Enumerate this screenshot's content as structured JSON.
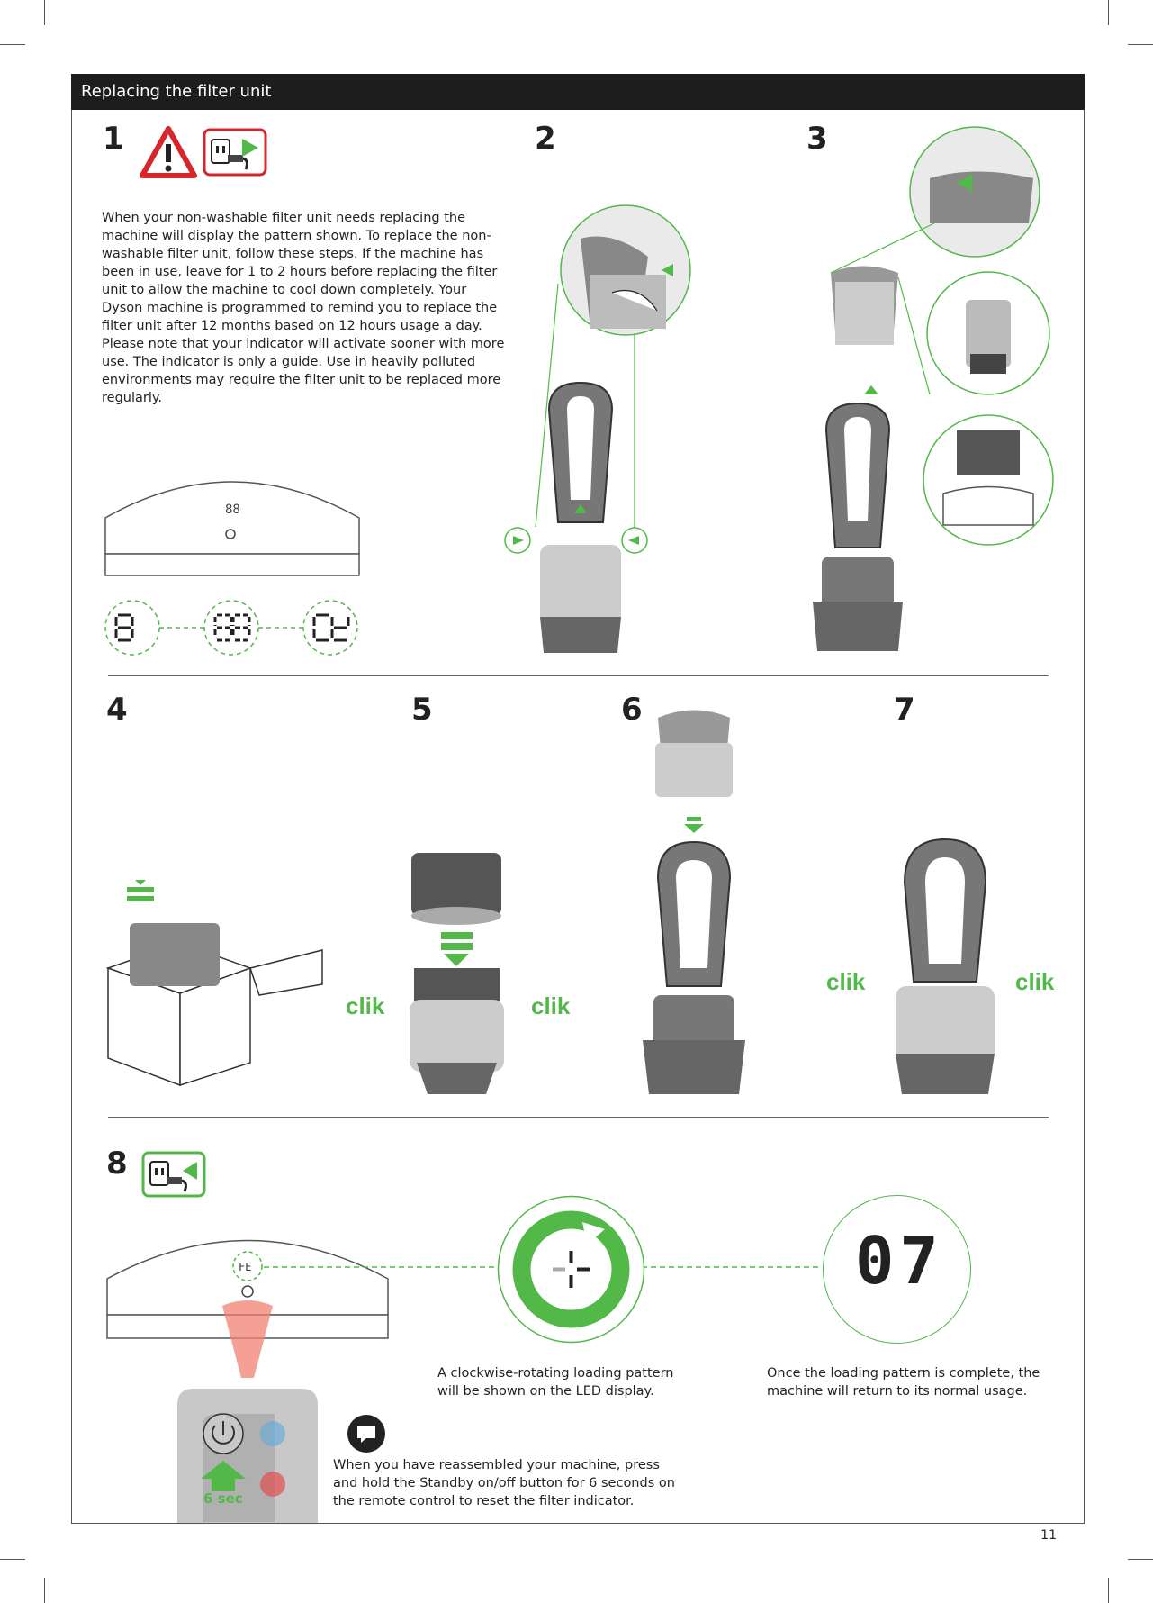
{
  "header": {
    "title": "Replacing the filter unit"
  },
  "steps": [
    {
      "number": "1"
    },
    {
      "number": "2"
    },
    {
      "number": "3"
    },
    {
      "number": "4"
    },
    {
      "number": "5"
    },
    {
      "number": "6"
    },
    {
      "number": "7"
    },
    {
      "number": "8"
    }
  ],
  "step1": {
    "text": "When your non-washable filter unit needs replacing the machine will display the pattern shown. To replace the non-washable filter unit, follow these steps. If the machine has been in use, leave for 1 to 2 hours before replacing the filter unit to allow the machine to cool down completely. Your Dyson machine is programmed to remind you to replace the filter unit after 12 months based on 12 hours usage a day. Please note that your indicator will activate sooner with more use. The indicator is only a guide. Use in heavily polluted environments may require the filter unit to be replaced more regularly.",
    "icons": [
      "warning-icon",
      "unplug-icon"
    ]
  },
  "labels": {
    "clik_left_5": "clik",
    "clik_right_5": "clik",
    "clik_left_7": "clik",
    "clik_right_7": "clik",
    "hold_time": "6 sec"
  },
  "step8": {
    "loading_caption": "A clockwise-rotating loading pattern will be shown on the LED display.",
    "complete_caption": "Once the loading pattern is complete, the machine will return to its normal usage.",
    "reset_instruction": "When you have reassembled your machine, press and hold the Standby on/off button for 6 seconds on the remote control to reset the filter indicator.",
    "display_value": "07",
    "icons": [
      "plug-in-icon",
      "loading-icon",
      "chat-icon"
    ]
  },
  "page": {
    "number": "11"
  },
  "colors": {
    "accent": "#52b848",
    "header_bg": "#1d1d1d",
    "warning": "#d7262b",
    "remote_glow": "#f08070"
  }
}
